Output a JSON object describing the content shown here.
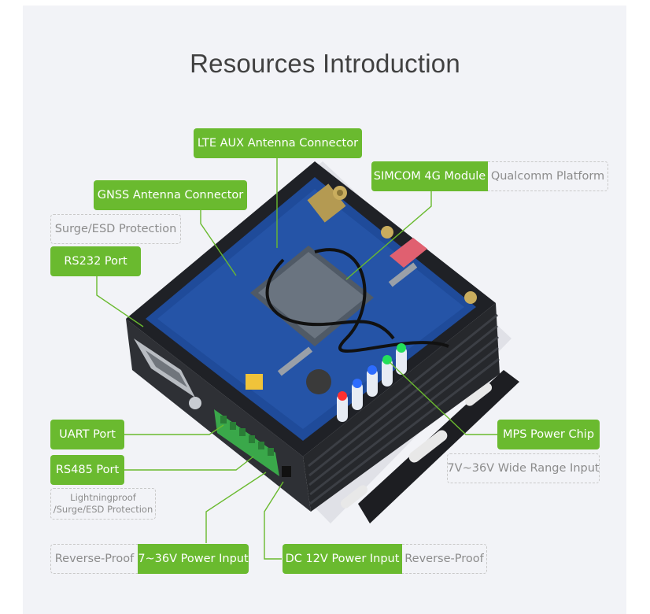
{
  "page": {
    "title": "Resources Introduction"
  },
  "labels": {
    "lte_aux": "LTE AUX Antenna Connector",
    "simcom_module": "SIMCOM 4G Module",
    "qualcomm_platform": "Qualcomm Platform",
    "gnss_antenna": "GNSS Antenna Connector",
    "surge_esd": "Surge/ESD Protection",
    "rs232_port": "RS232 Port",
    "uart_port": "UART Port",
    "rs485_port": "RS485 Port",
    "lightning_line1": "Lightningproof",
    "lightning_line2": "/Surge/ESD Protection",
    "mps_power_chip": "MPS Power Chip",
    "wide_range_input": "7V~36V Wide Range Input",
    "reverse_proof_left": "Reverse-Proof",
    "power_input_range": "7~36V Power Input",
    "dc_power_input": "DC 12V Power Input",
    "reverse_proof_right": "Reverse-Proof"
  },
  "colors": {
    "accent_green": "#6aba2f",
    "panel_bg": "#f2f3f7",
    "title_text": "#414141",
    "outline_text": "#8c8c8c",
    "pcb_blue": "#1f4b9a",
    "enclosure_dark": "#2a2c31"
  },
  "product_image": {
    "icons": [
      "antenna-connector-icon",
      "terminal-block-icon",
      "serial-connector-icon",
      "led-indicator-icon"
    ]
  }
}
